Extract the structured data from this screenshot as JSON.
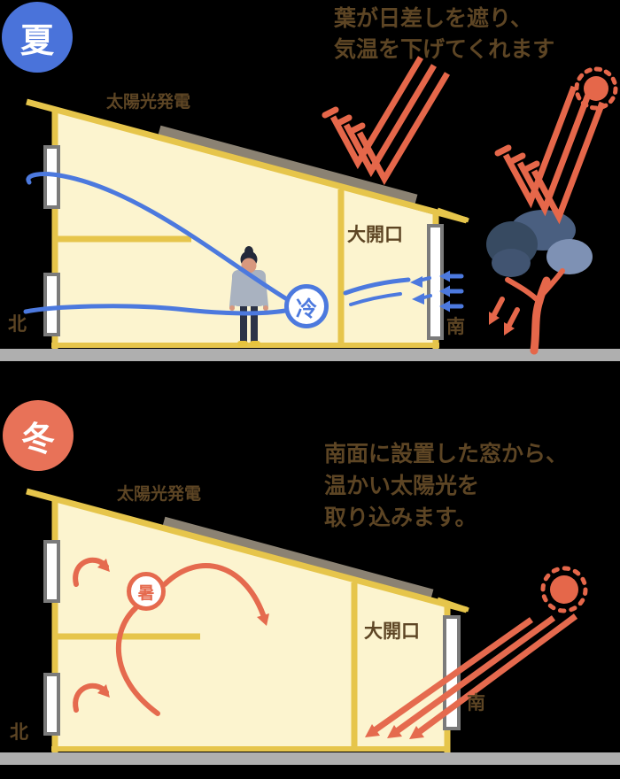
{
  "summer": {
    "season_badge": "夏",
    "caption": {
      "line1": "葉が日差しを遮り、",
      "line2": "気温を下げてくれます"
    },
    "solar_panel_label": "太陽光発電",
    "large_opening_label": "大開口",
    "north_label": "北",
    "south_label": "南",
    "cool_air_badge": "冷"
  },
  "winter": {
    "season_badge": "冬",
    "caption": {
      "line1": "南面に設置した窓から、",
      "line2": "温かい太陽光を",
      "line3": "取り込みます。"
    },
    "solar_panel_label": "太陽光発電",
    "large_opening_label": "大開口",
    "north_label": "北",
    "south_label": "南",
    "warm_air_badge": "暑"
  },
  "colors": {
    "background": "#000000",
    "summer_badge_bg": "#4a73da",
    "winter_badge_bg": "#e87258",
    "breeze_blue": "#4c79de",
    "sun_orange": "#e5674a",
    "warm_orange": "#e56a4e",
    "house_wall_yellow": "#e6c54b",
    "house_fill_cream": "#fcf4cf",
    "solar_panel_gray": "#8b8273",
    "ground_gray": "#afafaf",
    "text_brown": "#5d4524",
    "tree_foliage_dark": "#374a61",
    "tree_foliage_mid": "#4a5f80",
    "tree_foliage_light": "#7e91b4"
  }
}
